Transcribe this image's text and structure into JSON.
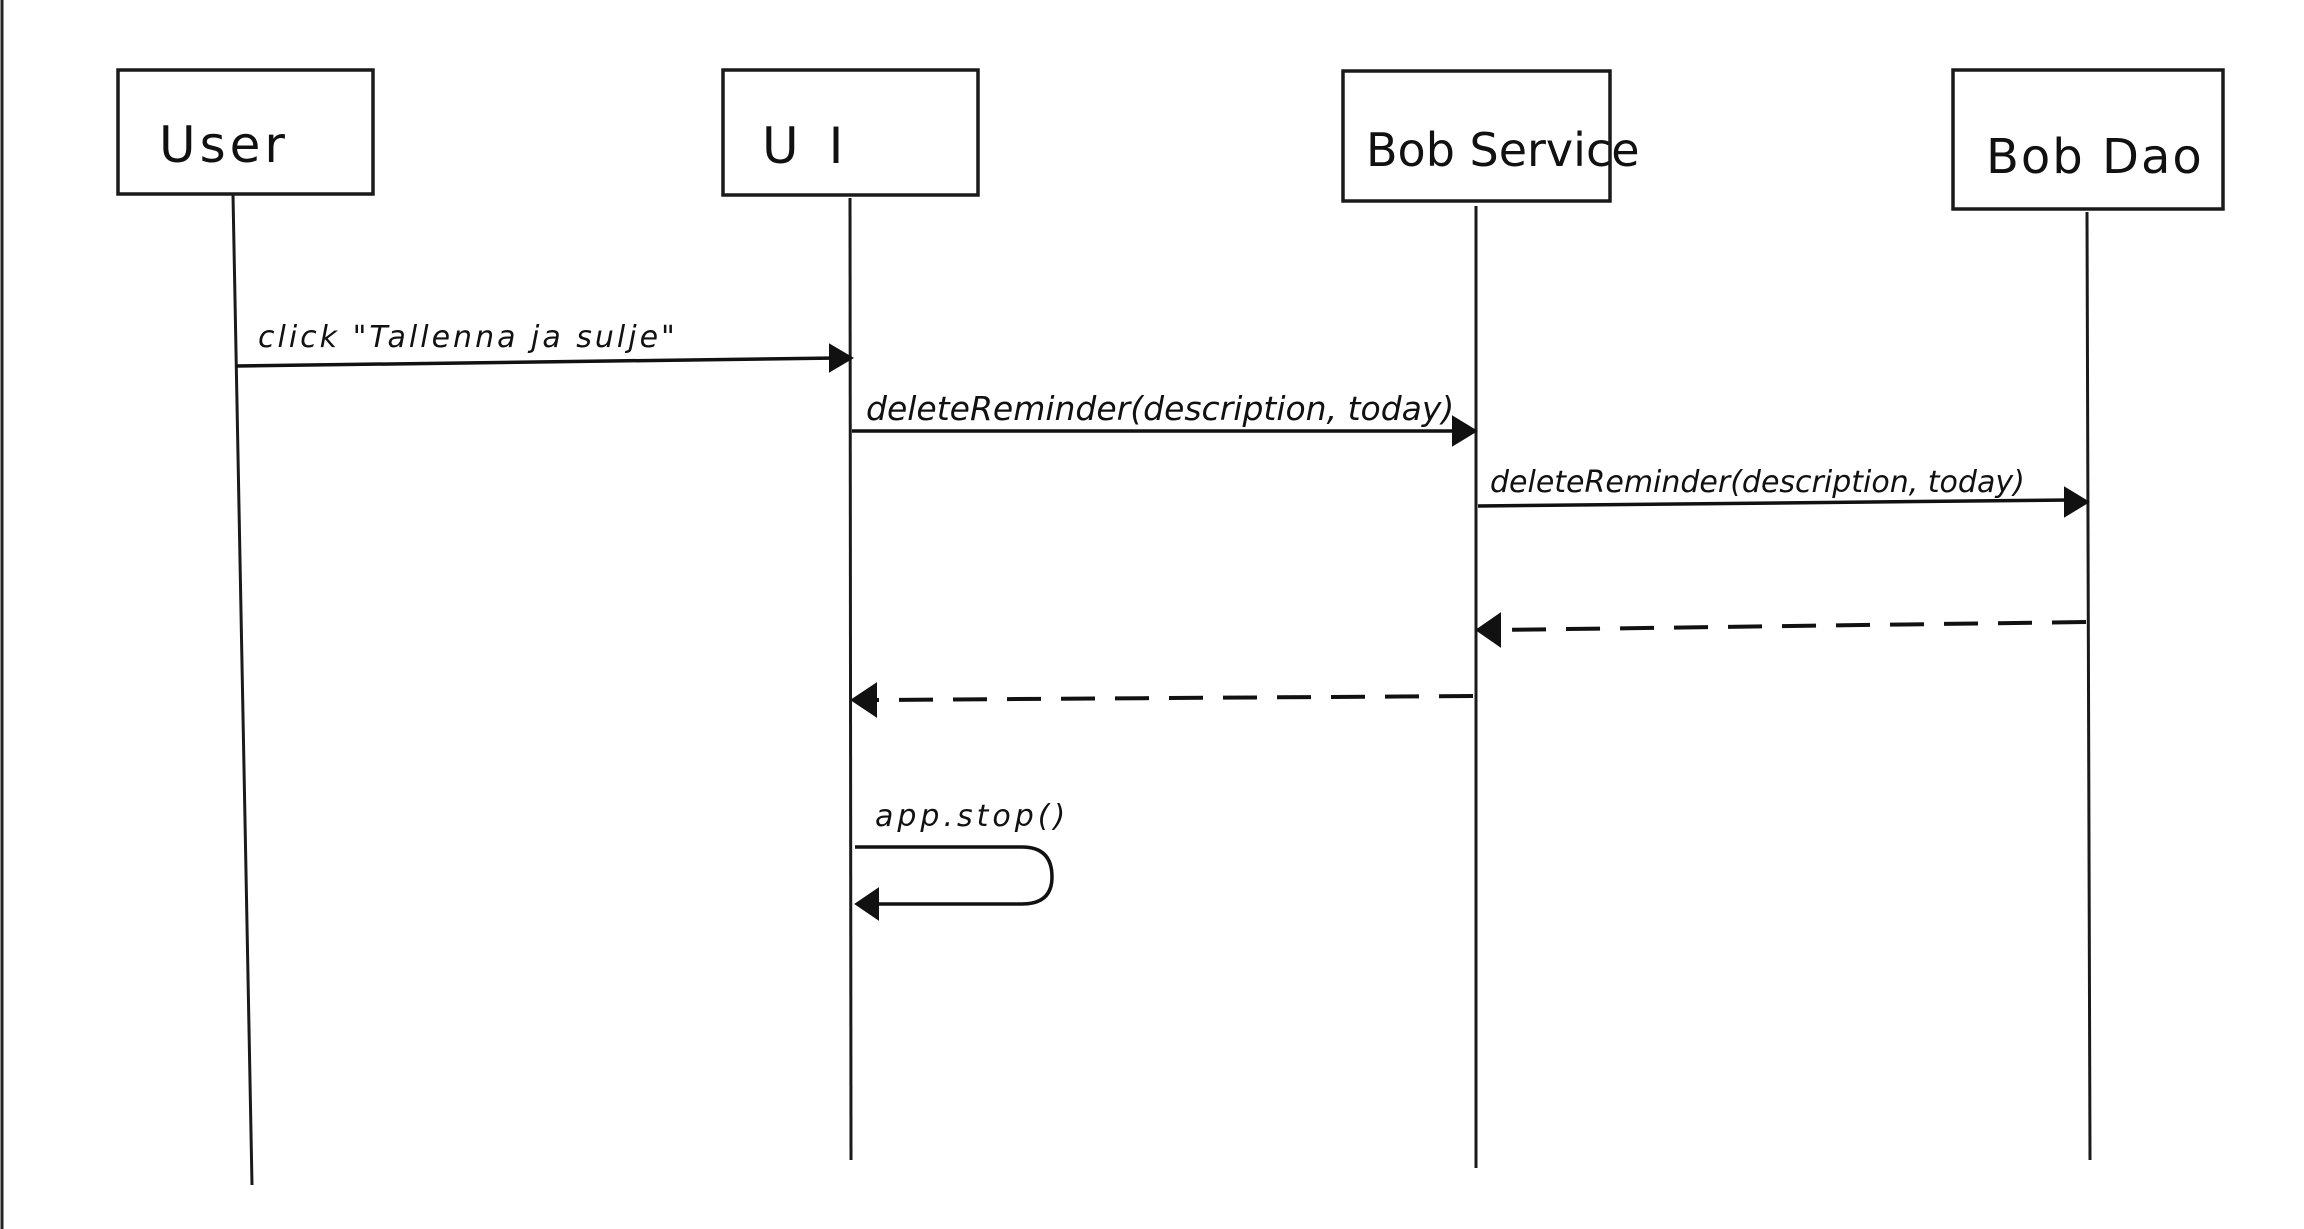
{
  "participants": {
    "user": "User",
    "ui": "UI",
    "service": "Bob Service",
    "dao": "Bob Dao"
  },
  "messages": {
    "click": "click \"Tallenna ja sulje\"",
    "ui_to_service": "deleteReminder(description, today)",
    "service_to_dao": "deleteReminder(description, today)",
    "self_call": "app.stop()"
  }
}
